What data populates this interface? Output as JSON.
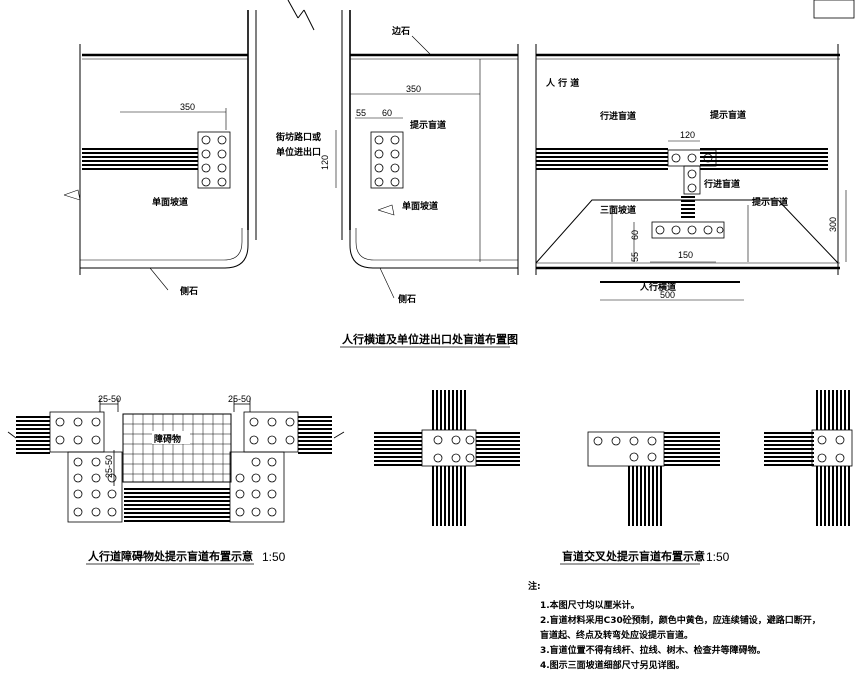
{
  "top_diagram": {
    "title": "人行横道及单位进出口处盲道布置图",
    "curb_top": "边石",
    "curb_bottom_left": "侧石",
    "curb_bottom_mid": "侧石",
    "entrance_label": "街坊路口或单位进出口",
    "entrance_line1": "街坊路口或",
    "entrance_line2": "单位进出口",
    "sidewalk": "人 行 道",
    "crossing": "人行横道",
    "single_ramp_left": "单面坡道",
    "single_ramp_mid": "单面坡道",
    "three_ramp": "三面坡道",
    "guide_path": "行进盲道",
    "guide_path_2": "行进盲道",
    "warning_path_mid": "提示盲道",
    "warning_path_right": "提示盲道",
    "warning_path_right_2": "提示盲道",
    "dim_350_left": "350",
    "dim_350_mid": "350",
    "dim_55_mid": "55",
    "dim_60_mid": "60",
    "dim_120_mid": "120",
    "dim_120_right": "120",
    "dim_300": "300",
    "dim_60_right": "60",
    "dim_55_right": "55",
    "dim_150": "150",
    "dim_500": "500"
  },
  "obstacle_diagram": {
    "title": "人行道障碍物处提示盲道布置示意",
    "scale": "1:50",
    "obstacle": "障碍物",
    "dim_left": "25-50",
    "dim_right": "25-50",
    "dim_vertical": "25-50"
  },
  "cross_diagram": {
    "title": "盲道交叉处提示盲道布置示意",
    "scale": "1:50"
  },
  "notes": {
    "heading": "注:",
    "lines": [
      "1.本图尺寸均以厘米计。",
      "2.盲道材料采用C30砼预制，颜色中黄色，应连续铺设，避路口断开，",
      "盲道起、终点及转弯处应设提示盲道。",
      "3.盲道位置不得有线杆、拉线、树木、检查井等障碍物。",
      "4.图示三面坡道细部尺寸另见详图。"
    ]
  },
  "colors": {
    "line": "#000000",
    "background": "#ffffff"
  }
}
